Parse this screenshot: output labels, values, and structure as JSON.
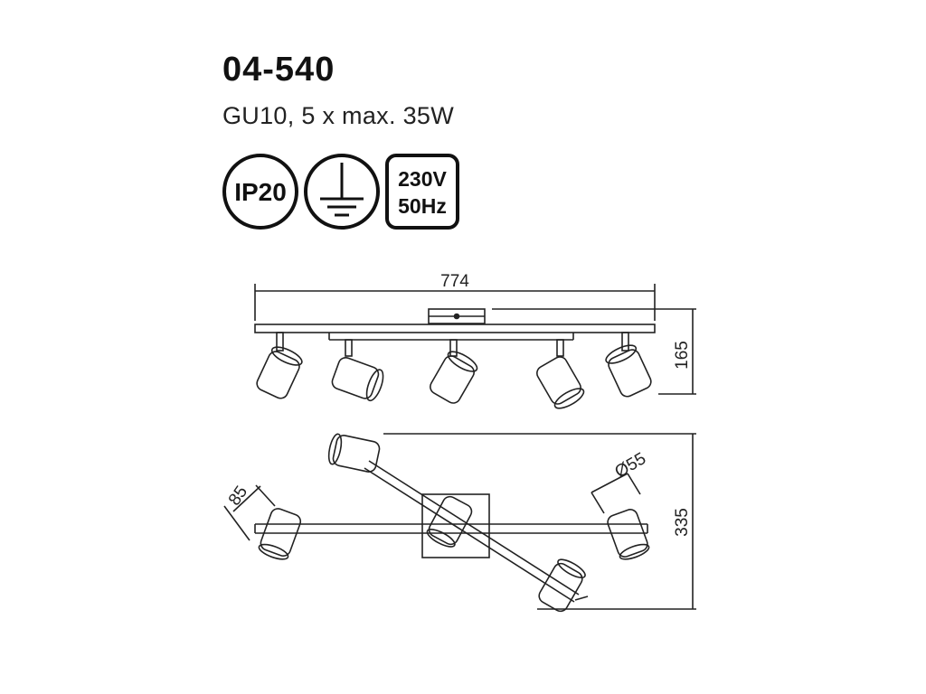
{
  "product": {
    "code": "04-540",
    "spec": "GU10, 5 x max. 35W"
  },
  "badges": {
    "ip_rating": "IP20",
    "earth_icon": "protective-earth-icon",
    "voltage": "230V",
    "frequency": "50Hz"
  },
  "dimensions": {
    "width": "774",
    "height": "165",
    "depth": "335",
    "spot_length": "85",
    "spot_diameter": "Ø55"
  },
  "colors": {
    "line": "#222222",
    "background": "#ffffff"
  }
}
